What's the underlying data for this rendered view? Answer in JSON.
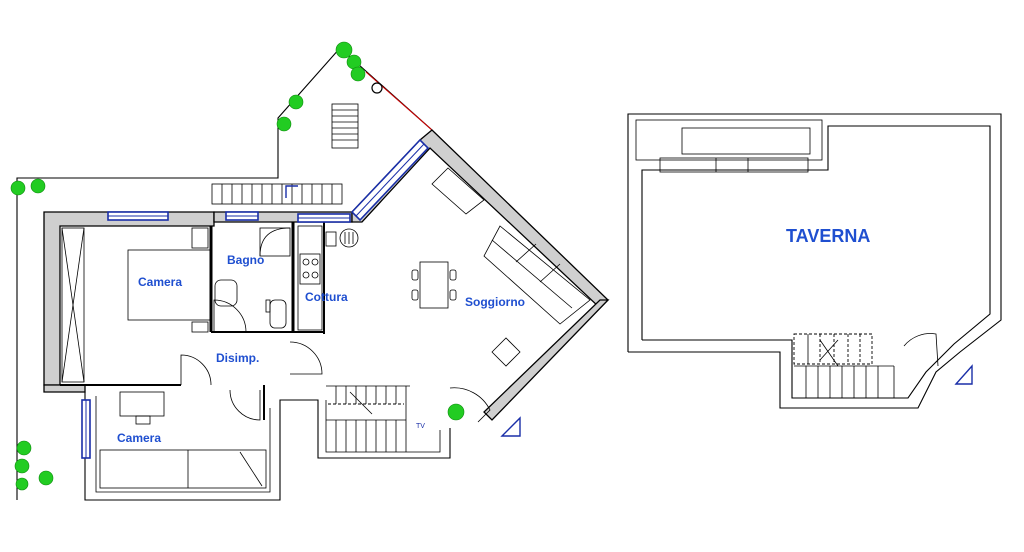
{
  "plan": {
    "ground_floor": {
      "rooms": [
        {
          "id": "camera-1",
          "label": "Camera"
        },
        {
          "id": "bagno",
          "label": "Bagno"
        },
        {
          "id": "cottura",
          "label": "Cottura"
        },
        {
          "id": "soggiorno",
          "label": "Soggiorno"
        },
        {
          "id": "disimpegno",
          "label": "Disimp."
        },
        {
          "id": "camera-2",
          "label": "Camera"
        }
      ],
      "tv_label": "TV"
    },
    "basement": {
      "rooms": [
        {
          "id": "taverna",
          "label": "TAVERNA"
        }
      ]
    }
  },
  "colors": {
    "label": "#1f4fd0",
    "wall_fill": "#cfcfcf",
    "window": "#1a2fa8",
    "plant": "#22cc22",
    "terrace_edge": "#cc0000"
  }
}
